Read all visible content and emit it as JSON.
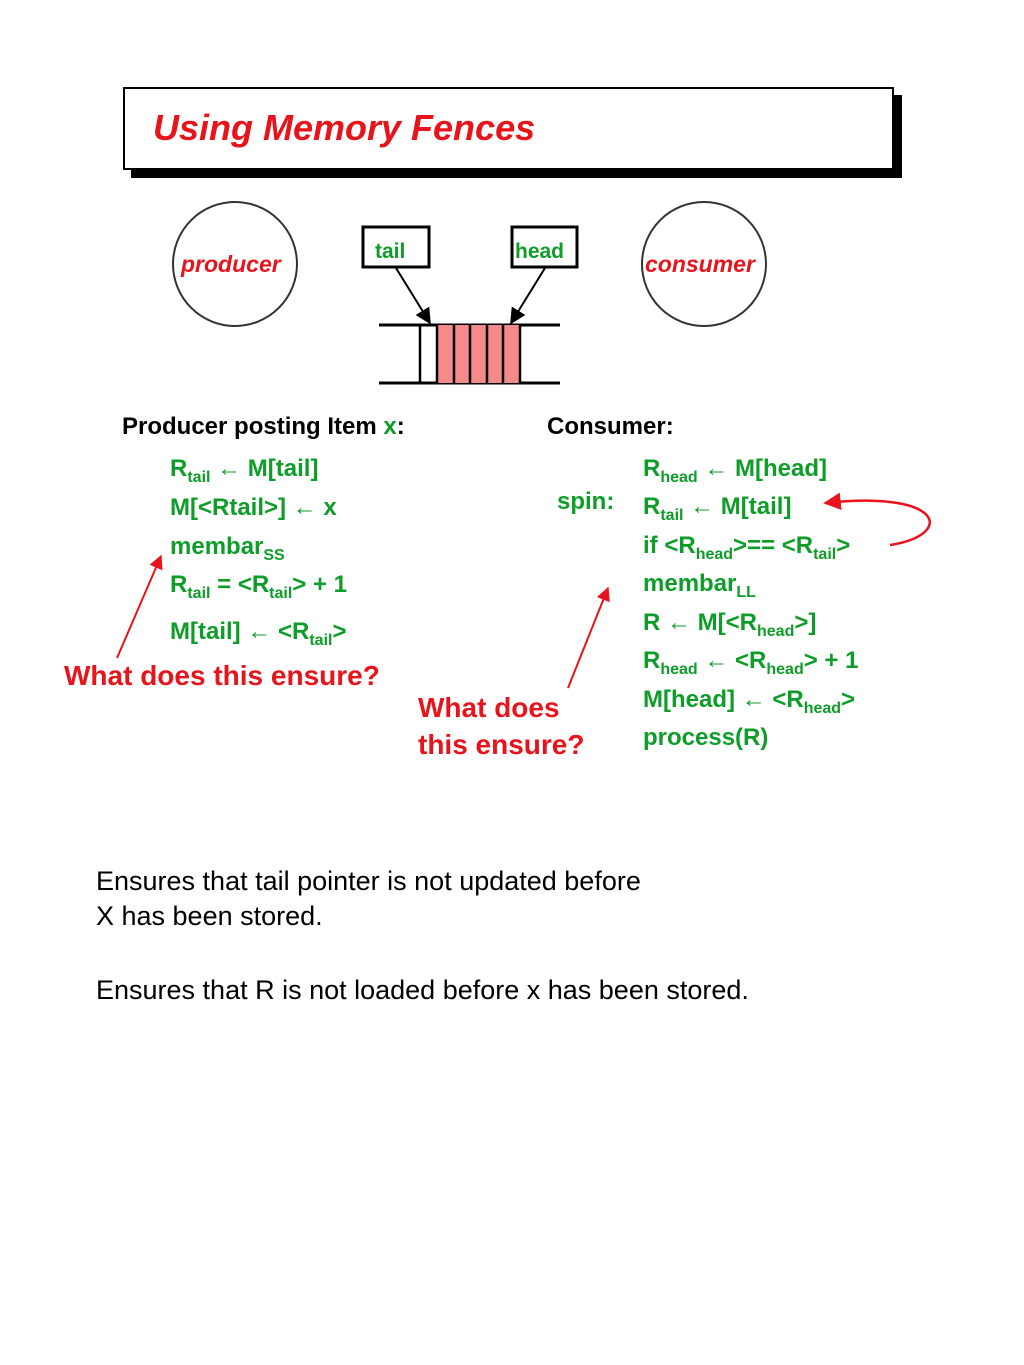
{
  "title": "Using Memory Fences",
  "diagram": {
    "producer": "producer",
    "consumer": "consumer",
    "tail": "tail",
    "head": "head"
  },
  "producer_header": {
    "text": "Producer posting Item ",
    "var": "x",
    "colon": ":"
  },
  "consumer_header": "Consumer:",
  "producer_code": [
    {
      "a": "R",
      "sub1": "tail",
      "b": " ← M[tail]"
    },
    {
      "a": "M[<Rtail>] ← x"
    },
    {
      "a": "membar",
      "sub1": "SS"
    },
    {
      "a": "R",
      "sub1": "tail",
      "b": " = <R",
      "sub2": "tail",
      "c": "> + 1"
    },
    {
      "a": "M[tail] ← <R",
      "sub1": "tail",
      "b": ">"
    }
  ],
  "spin_label": "spin:",
  "consumer_code": [
    {
      "a": "R",
      "sub1": "head",
      "b": " ← M[head]"
    },
    {
      "a": "R",
      "sub1": "tail",
      "b": " ← M[tail]"
    },
    {
      "a": "if <R",
      "sub1": "head",
      "b": ">== <R",
      "sub2": "tail",
      "c": ">"
    },
    {
      "a": "membar",
      "sub1": "LL"
    },
    {
      "a": "R ← M[<R",
      "sub1": "head",
      "b": ">]"
    },
    {
      "a": "R",
      "sub1": "head",
      "b": " ← <R",
      "sub2": "head",
      "c": "> + 1"
    },
    {
      "a": "M[head] ← <R",
      "sub1": "head",
      "b": ">"
    },
    {
      "a": "process(R)"
    }
  ],
  "question_left": "What does this ensure?",
  "question_right": [
    "What does",
    "this ensure?"
  ],
  "answers": [
    [
      "Ensures that tail pointer is not updated before",
      "X has been stored."
    ],
    [
      "Ensures that R is not loaded before x has been stored."
    ]
  ],
  "colors": {
    "red": "#e8141c",
    "green": "#0e9d28",
    "queue_fill": "#f58a8a"
  }
}
